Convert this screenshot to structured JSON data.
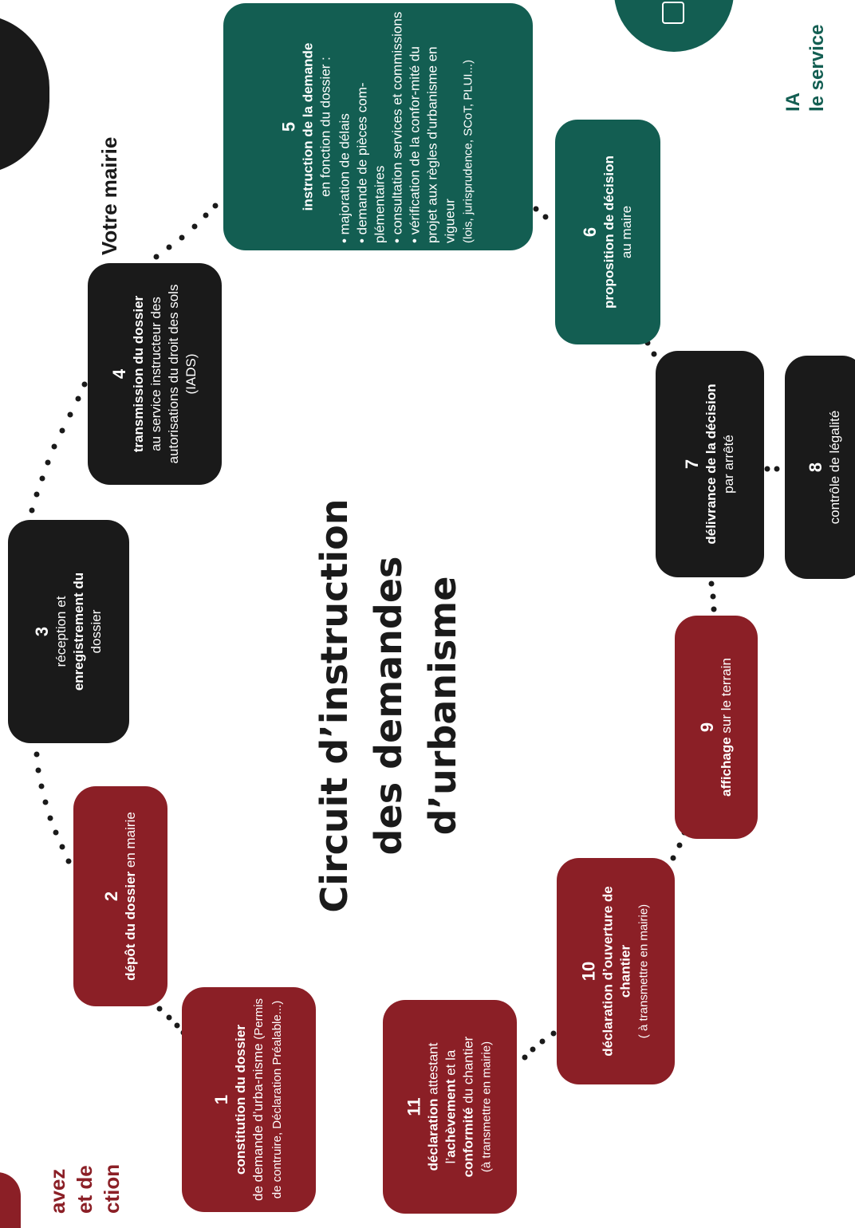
{
  "title": {
    "line1": "Circuit d’instruction",
    "line2": "des demandes",
    "line3": "d’urbanisme"
  },
  "labels": {
    "mairie": "Votre mairie",
    "service_line1": "le service",
    "service_line2": "IA",
    "left_line1": "avez",
    "left_line2": "et de",
    "left_line3": "ction"
  },
  "steps": [
    {
      "num": "1",
      "bold": "constitution du dossier",
      "text": "de demande d’urba-nisme",
      "sub": "(Permis de contruire, Déclaration Préalable...)"
    },
    {
      "num": "2",
      "bold": "dépôt du dossier",
      "text": "en mairie"
    },
    {
      "num": "3",
      "text1": "réception et",
      "bold": "enregistrement du",
      "text2": "dossier"
    },
    {
      "num": "4",
      "bold": "transmission du dossier",
      "text": "au service instructeur des autorisations du droit des sols (IADS)"
    },
    {
      "num": "5",
      "bold": "instruction de la demande",
      "text": "en fonction du dossier :",
      "bullets": [
        "• majoration de délais",
        "• demande de pièces com-plémentaires",
        "• consultation services et commissions",
        "• vérification de la confor-mité du projet aux règles d’urbanisme en vigueur"
      ],
      "sub": "(lois, jurisprudence, SCoT, PLUI...)"
    },
    {
      "num": "6",
      "bold": "proposition de décision",
      "text": "au maire"
    },
    {
      "num": "7",
      "bold": "délivrance de la décision",
      "text": "par arrêté"
    },
    {
      "num": "8",
      "text": "contrôle de légalité"
    },
    {
      "num": "9",
      "bold": "affichage",
      "text": "sur le terrain"
    },
    {
      "num": "10",
      "bold": "déclaration d’ouverture de chantier",
      "sub": "( à transmettre en mairie)"
    },
    {
      "num": "11",
      "bold1": "déclaration",
      "text1": "attestant",
      "text2": "l’",
      "bold2": "achèvement",
      "text3": "et la",
      "bold3": "conformité",
      "text4": "du chantier",
      "sub": "(à transmettre en mairie)"
    }
  ],
  "colors": {
    "black": "#1a1a1a",
    "red": "#8b1f26",
    "teal": "#135e52"
  },
  "icons": [
    "mairie-building-icon",
    "service-iads-icon"
  ]
}
